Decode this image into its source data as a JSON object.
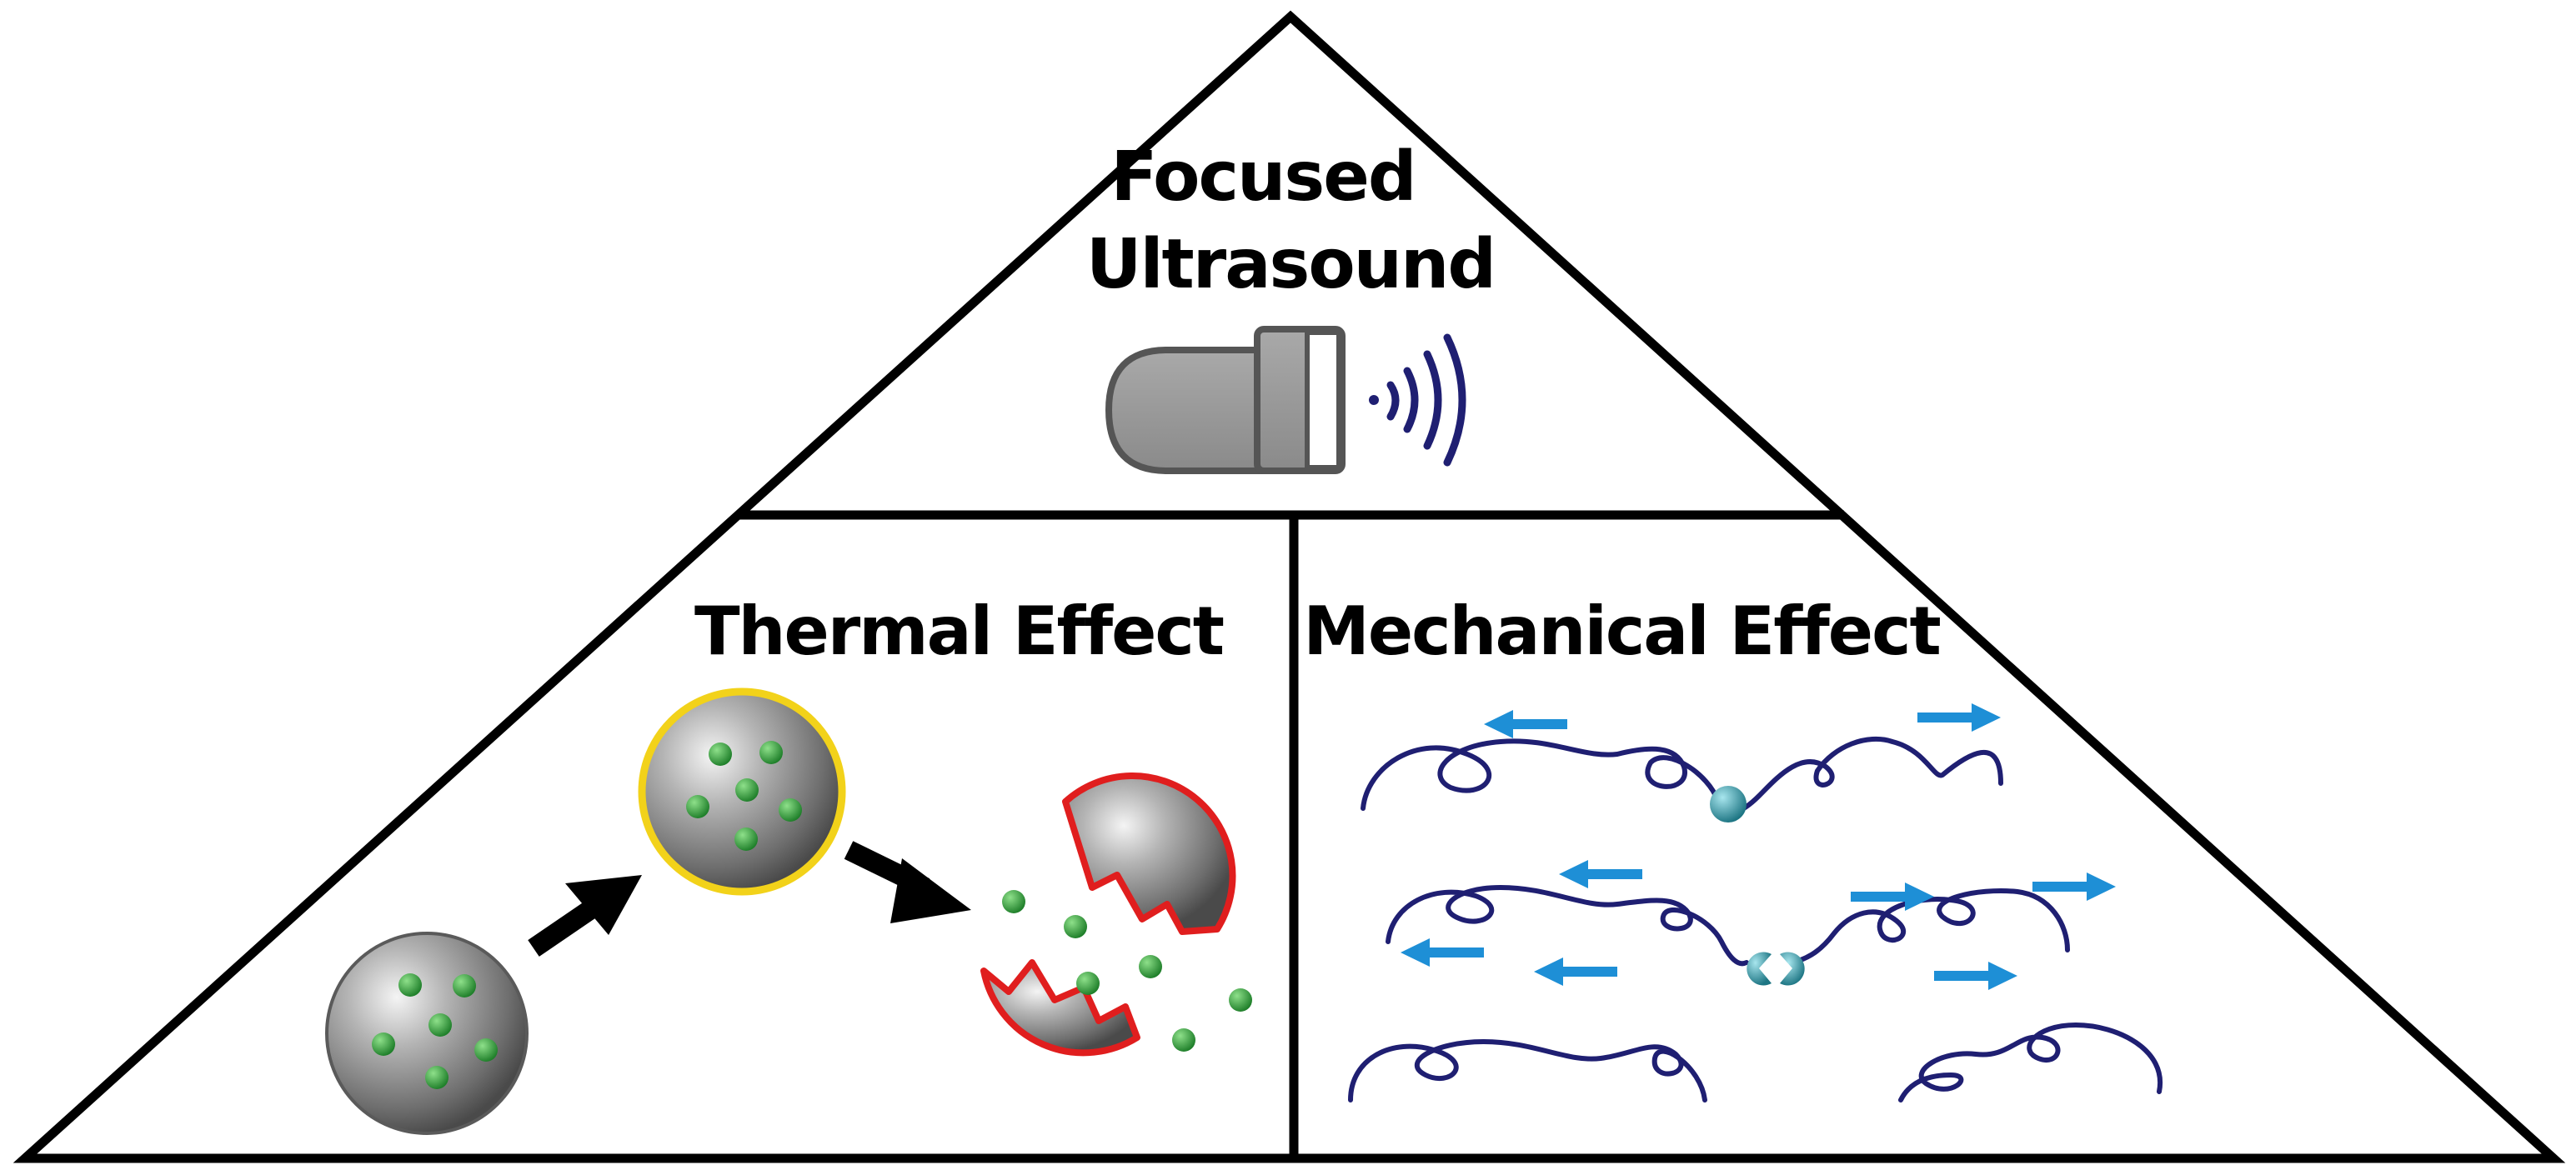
{
  "diagram": {
    "top": {
      "title_line1": "Focused",
      "title_line2": "Ultrasound",
      "icon": "ultrasound-transducer"
    },
    "left": {
      "title": "Thermal Effect"
    },
    "right": {
      "title": "Mechanical Effect"
    }
  },
  "colors": {
    "outline": "#000000",
    "transducer_body": "#9a9a9a",
    "waves": "#1f1f72",
    "capsule_gray": "#8c8c8c",
    "drug_green": "#2f9a3c",
    "heated_ring": "#f2d21a",
    "ruptured_edge": "#e01e1e",
    "polymer_chain": "#1f1f72",
    "force_arrow": "#1e8fd6",
    "mechanophore": "#2a8f9c"
  }
}
